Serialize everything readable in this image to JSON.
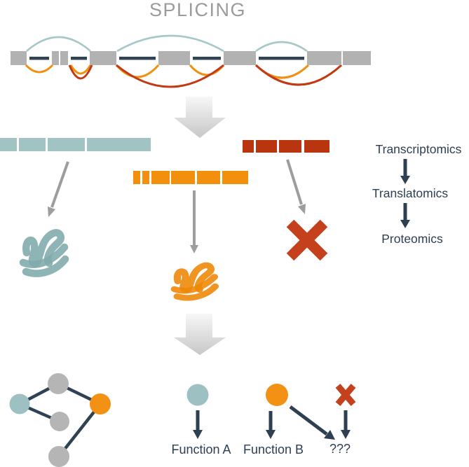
{
  "title": "SPLICING",
  "pipeline": {
    "steps": [
      {
        "label": "Transcriptomics"
      },
      {
        "label": "Translatomics"
      },
      {
        "label": "Proteomics"
      }
    ]
  },
  "outcomes": {
    "function_a": "Function A",
    "function_b": "Function B",
    "unknown": "???"
  },
  "diagram": {
    "gene_exon_count": 8,
    "isoform_segment_counts": {
      "teal": 4,
      "orange": 6,
      "red": 4
    },
    "network_node_count": 5
  },
  "colors": {
    "title_gray": "#9b9b9b",
    "exon_gray": "#b2b2b2",
    "intron_navy": "#2f4456",
    "teal": "#a2c3c4",
    "orange": "#f2900e",
    "red": "#c13a14",
    "dark_red_isoform": "#b93510",
    "navy_text": "#2d3f51",
    "gray_arrow": "#9d9d9d",
    "node_gray": "#b5b5b5"
  }
}
